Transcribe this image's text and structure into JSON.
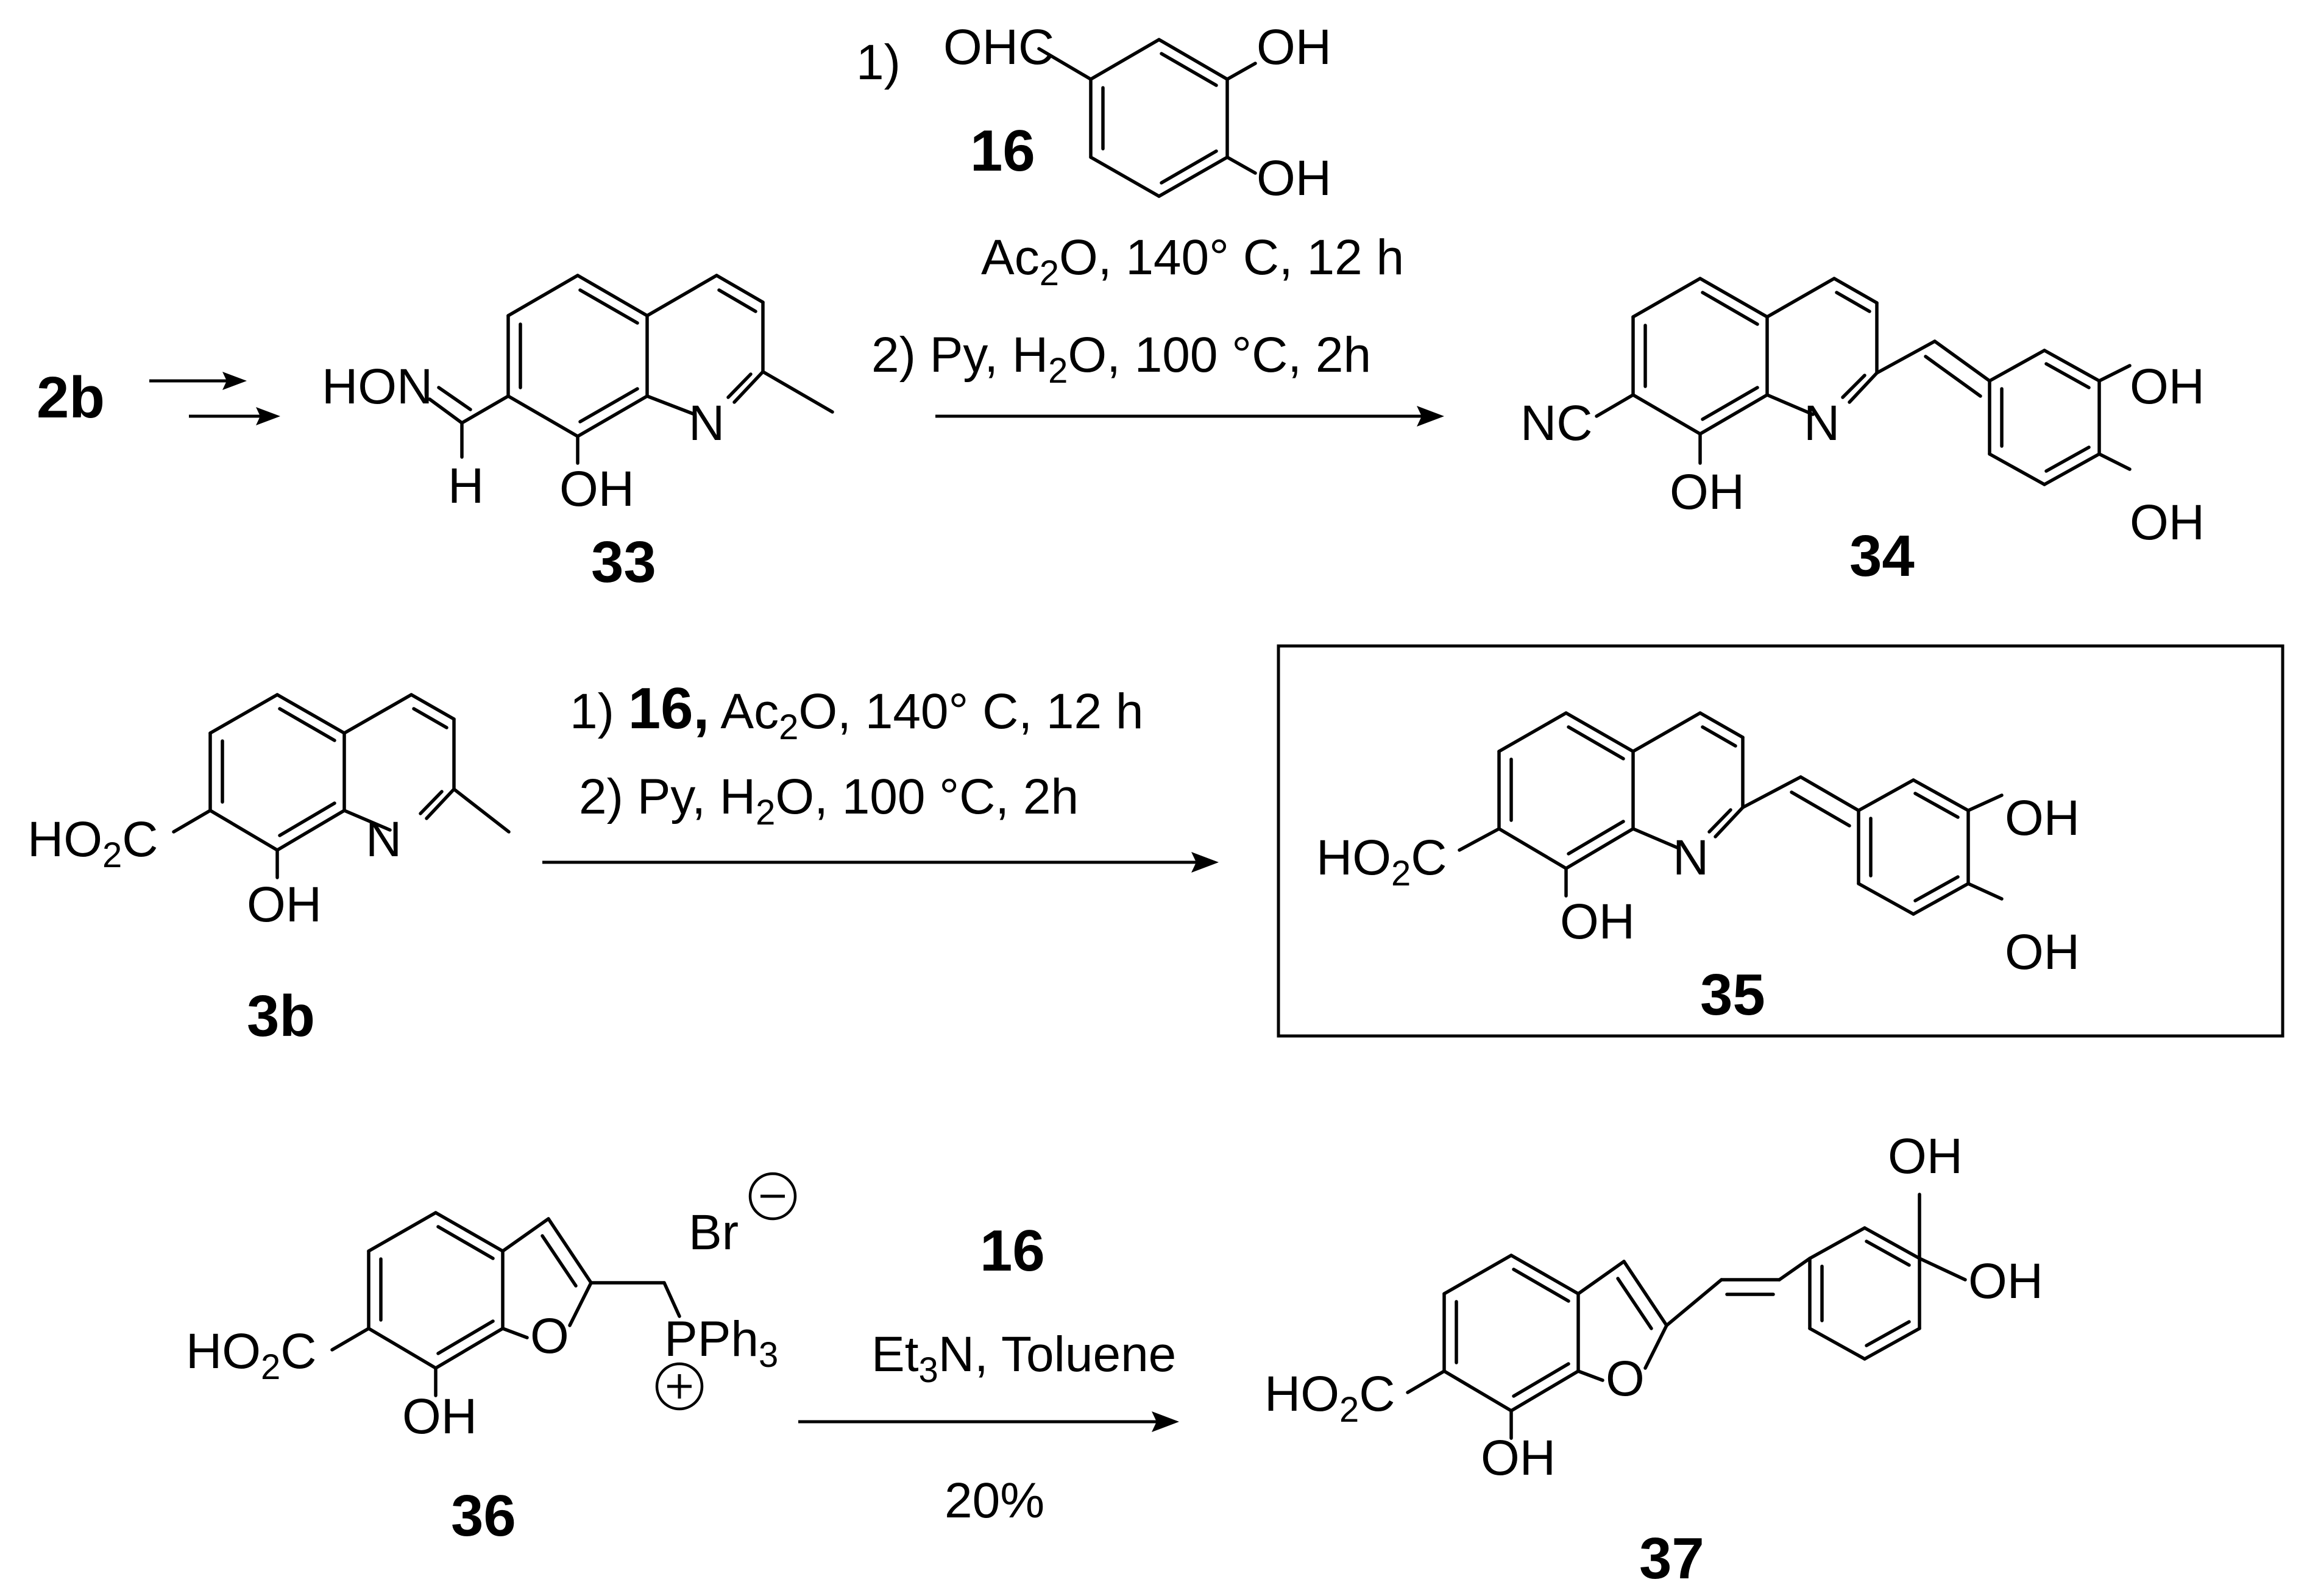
{
  "compounds": {
    "c2b": "2b",
    "c33": "33",
    "c34": "34",
    "c3b": "3b",
    "c35": "35",
    "c36": "36",
    "c37": "37",
    "c16": "16"
  },
  "atoms": {
    "ohc": "OHC",
    "oh": "OH",
    "hon": "HON",
    "h": "H",
    "n": "N",
    "nc": "NC",
    "o": "O",
    "ho2c": "HO",
    "ho2c_2": "2",
    "ho2c_c": "C",
    "br": "Br",
    "minus": "−",
    "plus": "+",
    "pph3": "PPh",
    "pph3_3": "3"
  },
  "reaction1": {
    "step1_num": "1)",
    "step1_cond_a": "Ac",
    "step1_cond_sub": "2",
    "step1_cond_b": "O, 140° C, 12 h",
    "step2_a": "2) Py, H",
    "step2_sub": "2",
    "step2_b": "O, 100 °C, 2h"
  },
  "reaction2": {
    "step1_num": "1) ",
    "step1_cpd": "16,",
    "step1_a": " Ac",
    "step1_sub": "2",
    "step1_b": "O, 140° C, 12 h",
    "step2_a": "2) Py, H",
    "step2_sub": "2",
    "step2_b": "O, 100 °C, 2h"
  },
  "reaction3": {
    "reagent": "16",
    "cond_a": "Et",
    "cond_sub": "3",
    "cond_b": "N, Toluene",
    "yield": "20%"
  }
}
